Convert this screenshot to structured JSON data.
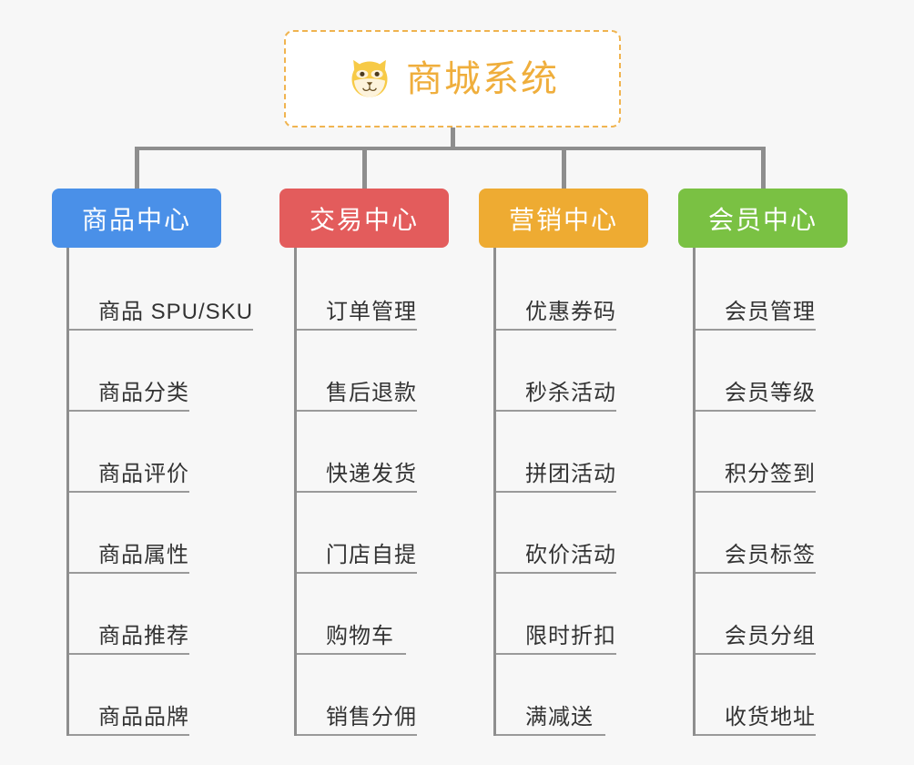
{
  "background_color": "#f7f7f7",
  "root": {
    "icon": "shiba-dog-face-icon",
    "icon_glyph": "🐶",
    "title": "商城系统",
    "title_color": "#efae3c",
    "border_color": "#f0b450",
    "border_style": "dashed"
  },
  "connector_color": "#8e8e8e",
  "columns": [
    {
      "id": "product-center",
      "label": "商品中心",
      "color": "#4a90e8",
      "items": [
        "商品 SPU/SKU",
        "商品分类",
        "商品评价",
        "商品属性",
        "商品推荐",
        "商品品牌"
      ]
    },
    {
      "id": "trade-center",
      "label": "交易中心",
      "color": "#e35c5c",
      "items": [
        "订单管理",
        "售后退款",
        "快递发货",
        "门店自提",
        "购物车",
        "销售分佣"
      ]
    },
    {
      "id": "marketing-center",
      "label": "营销中心",
      "color": "#eeab32",
      "items": [
        "优惠券码",
        "秒杀活动",
        "拼团活动",
        "砍价活动",
        "限时折扣",
        "满减送"
      ]
    },
    {
      "id": "member-center",
      "label": "会员中心",
      "color": "#7ac143",
      "items": [
        "会员管理",
        "会员等级",
        "积分签到",
        "会员标签",
        "会员分组",
        "收货地址"
      ]
    }
  ]
}
